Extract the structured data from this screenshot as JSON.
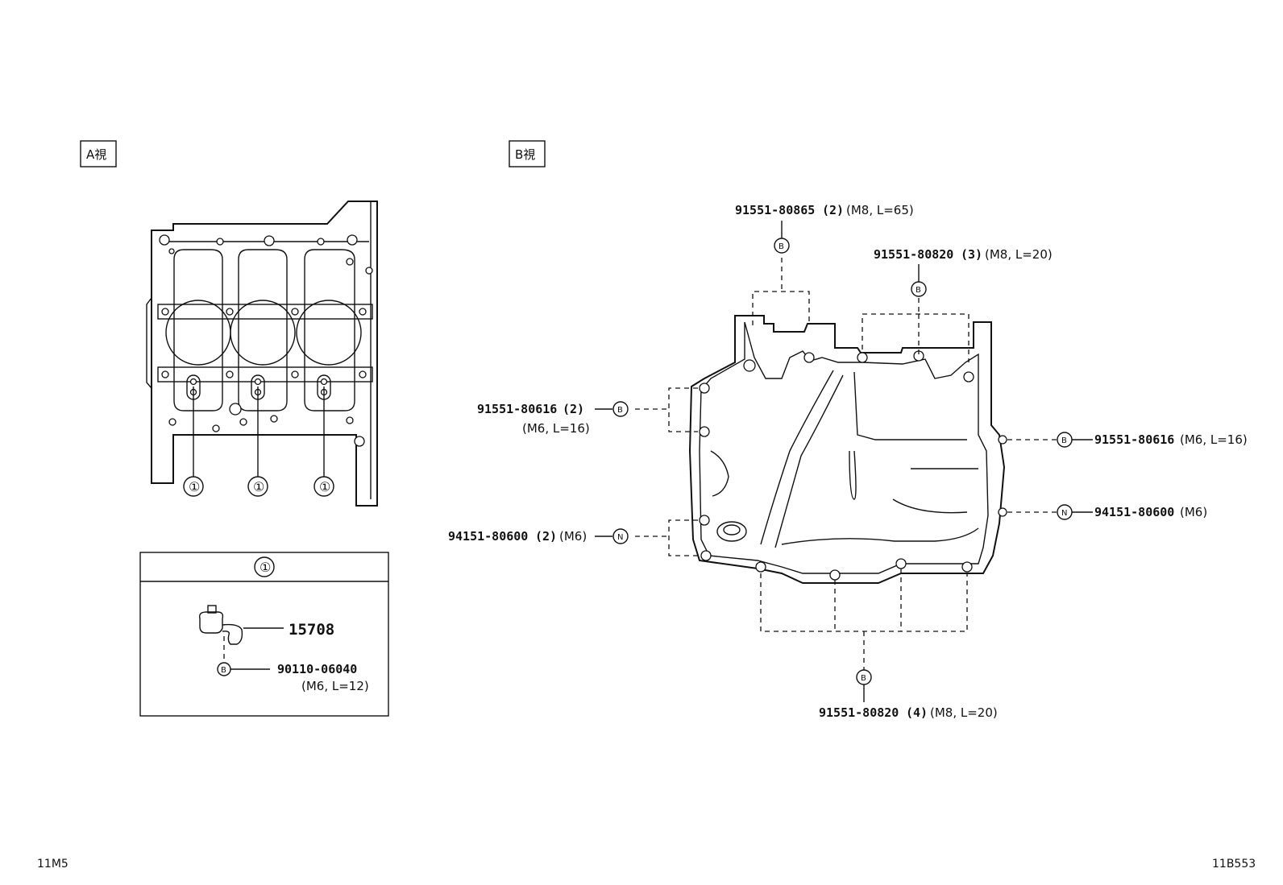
{
  "views": {
    "view_a": "A視",
    "view_b": "B視"
  },
  "callout_symbol": "①",
  "detail_box": {
    "header": "①",
    "part_number": "15708",
    "bolt_mark": "B",
    "bolt_part": "90110-06040",
    "bolt_spec": "(M6, L=12)"
  },
  "callouts": {
    "bolt_top": {
      "part": "91551-80865",
      "qty": "(2)",
      "spec": "(M8, L=65)",
      "mark": "B"
    },
    "bolt_top_right": {
      "part": "91551-80820",
      "qty": "(3)",
      "spec": "(M8, L=20)",
      "mark": "B"
    },
    "bolt_left": {
      "part": "91551-80616",
      "qty": "(2)",
      "spec": "(M6, L=16)",
      "mark": "B"
    },
    "stud_left": {
      "part": "94151-80600",
      "qty": "(2)",
      "spec": "(M6)",
      "mark": "N"
    },
    "bolt_right": {
      "part": "91551-80616",
      "spec": "(M6, L=16)",
      "mark": "B"
    },
    "stud_right": {
      "part": "94151-80600",
      "spec": "(M6)",
      "mark": "N"
    },
    "bolt_bottom": {
      "part": "91551-80820",
      "qty": "(4)",
      "spec": "(M8, L=20)",
      "mark": "B"
    }
  },
  "footer": {
    "left": "11M5",
    "right": "11B553"
  }
}
